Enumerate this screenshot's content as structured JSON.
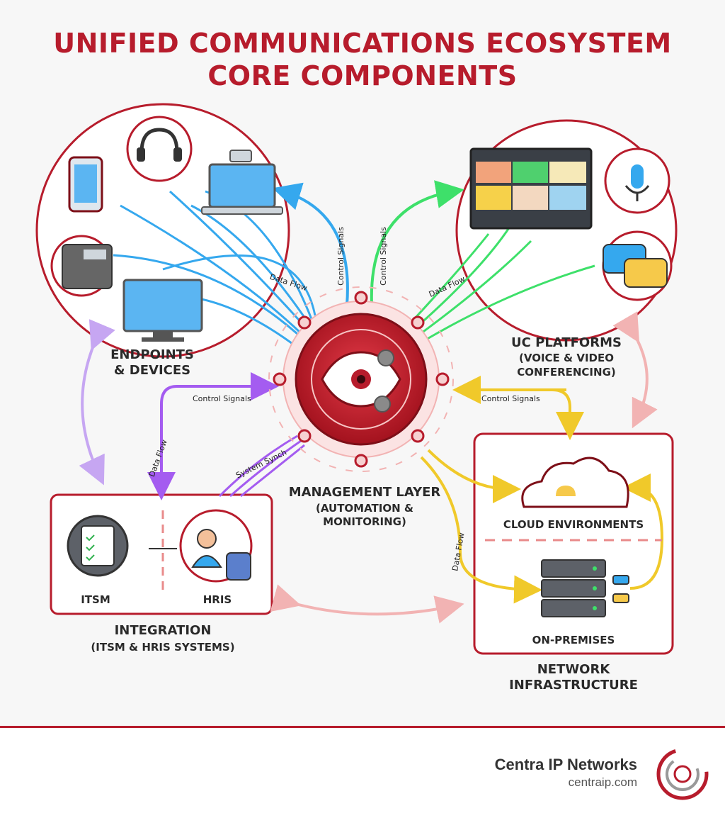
{
  "title": {
    "line1": "UNIFIED COMMUNICATIONS ECOSYSTEM",
    "line2": "CORE COMPONENTS"
  },
  "nodes": {
    "endpoints": {
      "line1": "ENDPOINTS",
      "line2": "& DEVICES"
    },
    "uc_platforms": {
      "line1": "UC PLATFORMS",
      "line2": "(VOICE & VIDEO",
      "line3": "CONFERENCING)"
    },
    "management": {
      "line1": "MANAGEMENT LAYER",
      "line2": "(AUTOMATION &",
      "line3": "MONITORING)"
    },
    "integration": {
      "line1": "INTEGRATION",
      "line2": "(ITSM & HRIS SYSTEMS)",
      "itsm": "ITSM",
      "hris": "HRIS"
    },
    "network": {
      "line1": "NETWORK",
      "line2": "INFRASTRUCTURE",
      "cloud": "CLOUD ENVIRONMENTS",
      "onprem": "ON-PREMISES"
    }
  },
  "flow_labels": {
    "data_flow_left": "Data Flow",
    "control_signals_a": "Control Signals",
    "control_signals_b": "Control Signals",
    "data_flow_right": "Data Flow",
    "control_signals_left": "Control Signals",
    "control_signals_right": "Control Signals",
    "data_flow_integration": "Data Flow",
    "system_sync": "System Synch",
    "data_flow_network": "Data Flow"
  },
  "colors": {
    "accent": "#b71c2c",
    "blue": "#35a8ee",
    "green": "#3ee06a",
    "purple": "#a45cf0",
    "yellow": "#f4d73a",
    "pink": "#f2b3b3"
  },
  "footer": {
    "brand": "Centra IP Networks",
    "url": "centraip.com"
  }
}
